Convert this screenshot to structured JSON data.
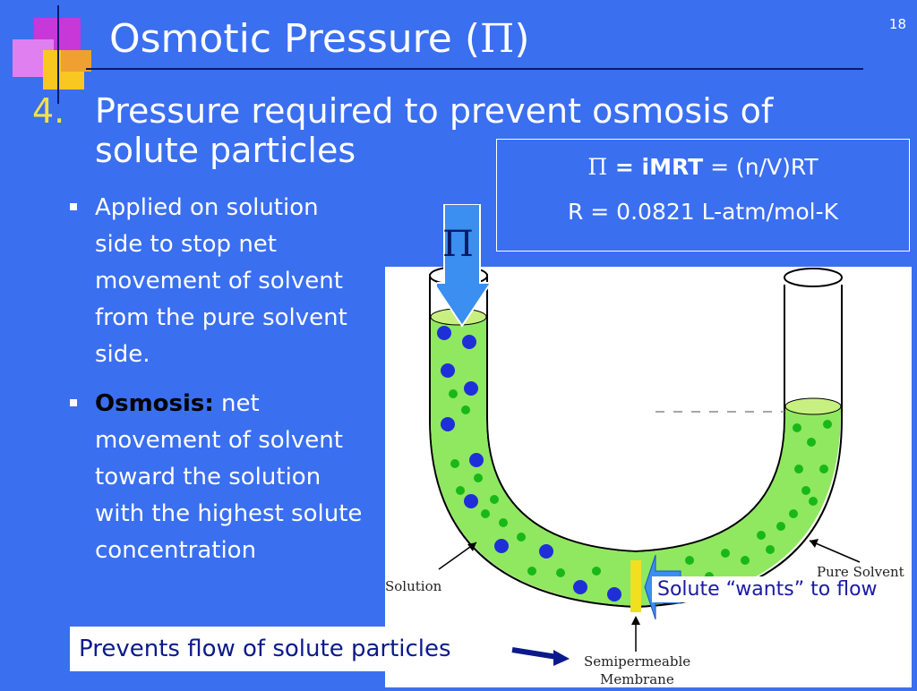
{
  "slide": {
    "page_number": "18",
    "title_text": "Osmotic Pressure (",
    "title_pi": "Π",
    "title_close": ")",
    "heading_number": "4.",
    "heading_line1": "Pressure required to prevent osmosis of",
    "heading_line2": "solute particles"
  },
  "bullets": [
    {
      "bold": "",
      "text": "Applied on solution side to stop net movement of solvent from the pure solvent side."
    },
    {
      "bold": "Osmosis:",
      "text": " net movement of solvent toward the solution with the highest solute concentration"
    }
  ],
  "formula": {
    "pi": "Π",
    "eq_bold": " = iMRT",
    "eq_rest": " = (n/V)RT",
    "r_line": "R = 0.0821 L-atm/mol-K"
  },
  "diagram": {
    "pi_symbol": "Π",
    "label_solution": "Solution",
    "label_pure_solvent": "Pure Solvent",
    "label_membrane_1": "Semipermeable",
    "label_membrane_2": "Membrane",
    "wants_label": "Solute “wants” to flow",
    "prevents_label": "Prevents flow of solute particles"
  },
  "colors": {
    "background": "#3a6ff0",
    "accent_yellow": "#f4e04a",
    "solution_green": "#8fe860",
    "solute_blue": "#1f2fd8"
  }
}
